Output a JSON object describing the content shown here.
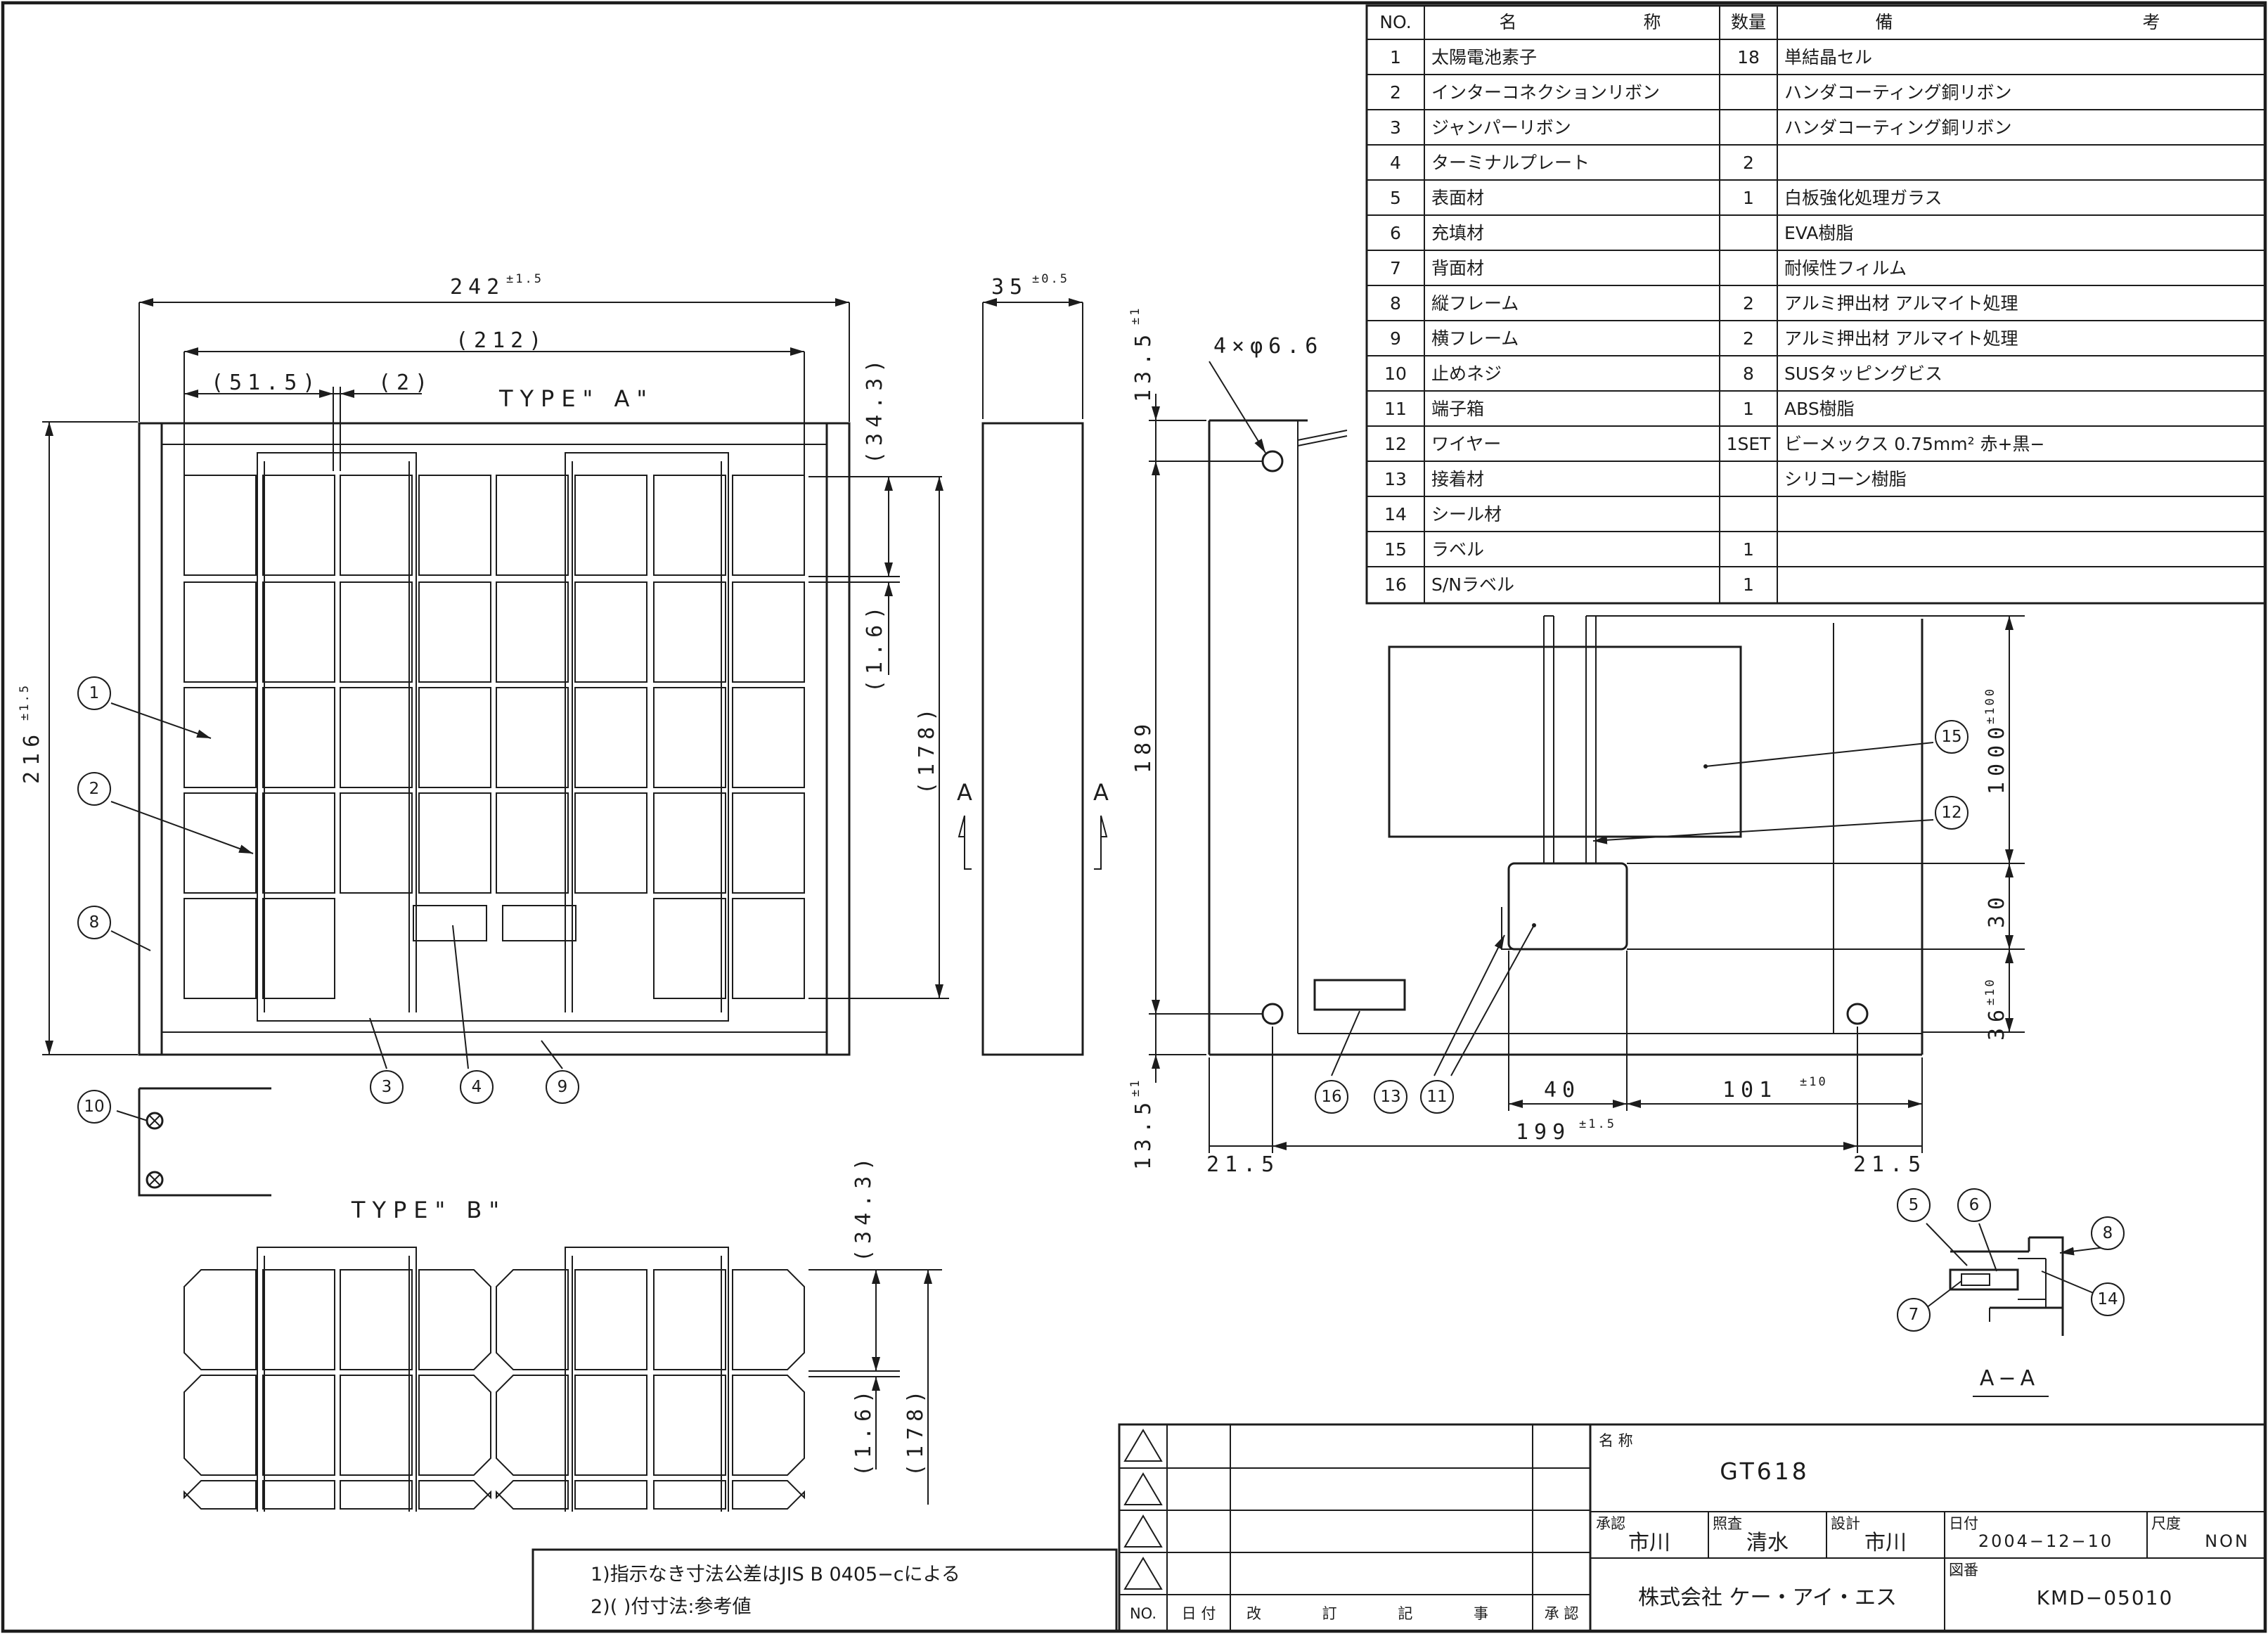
{
  "parts_table": {
    "headers": {
      "no": "NO.",
      "name_a": "名",
      "name_b": "称",
      "qty": "数量",
      "remark_a": "備",
      "remark_b": "考"
    },
    "rows": [
      {
        "no": "1",
        "name": "太陽電池素子",
        "qty": "18",
        "remark": "単結晶セル"
      },
      {
        "no": "2",
        "name": "インターコネクションリボン",
        "qty": "",
        "remark": "ハンダコーティング銅リボン"
      },
      {
        "no": "3",
        "name": "ジャンパーリボン",
        "qty": "",
        "remark": "ハンダコーティング銅リボン"
      },
      {
        "no": "4",
        "name": "ターミナルプレート",
        "qty": "2",
        "remark": ""
      },
      {
        "no": "5",
        "name": "表面材",
        "qty": "1",
        "remark": "白板強化処理ガラス"
      },
      {
        "no": "6",
        "name": "充填材",
        "qty": "",
        "remark": "EVA樹脂"
      },
      {
        "no": "7",
        "name": "背面材",
        "qty": "",
        "remark": "耐候性フィルム"
      },
      {
        "no": "8",
        "name": "縦フレーム",
        "qty": "2",
        "remark": "アルミ押出材 アルマイト処理"
      },
      {
        "no": "9",
        "name": "横フレーム",
        "qty": "2",
        "remark": "アルミ押出材 アルマイト処理"
      },
      {
        "no": "10",
        "name": "止めネジ",
        "qty": "8",
        "remark": "SUSタッピングビス"
      },
      {
        "no": "11",
        "name": "端子箱",
        "qty": "1",
        "remark": "ABS樹脂"
      },
      {
        "no": "12",
        "name": "ワイヤー",
        "qty": "1SET",
        "remark": "ビーメックス 0.75mm² 赤+黒−"
      },
      {
        "no": "13",
        "name": "接着材",
        "qty": "",
        "remark": "シリコーン樹脂"
      },
      {
        "no": "14",
        "name": "シール材",
        "qty": "",
        "remark": ""
      },
      {
        "no": "15",
        "name": "ラベル",
        "qty": "1",
        "remark": ""
      },
      {
        "no": "16",
        "name": "S/Nラベル",
        "qty": "1",
        "remark": ""
      }
    ]
  },
  "labels": {
    "type_a": "TYPE\" A\"",
    "type_b": "TYPE\" B\"",
    "section_a": "A",
    "section_title": "A−A"
  },
  "dimensions": {
    "width_242": "242",
    "width_242_tol": "±1.5",
    "depth_35": "35",
    "depth_35_tol": "±0.5",
    "ref_212": "(212)",
    "ref_51_5": "(51.5)",
    "ref_2": "(2)",
    "ref_34_3": "(34.3)",
    "ref_1_6": "(1.6)",
    "ref_178": "(178)",
    "height_216": "216",
    "height_216_tol": "±1.5",
    "hole_spec": "4×φ6.6",
    "top_13_5": "13.5",
    "top_13_5_tol": "±1",
    "mid_189": "189",
    "bot_13_5": "13.5",
    "bot_13_5_tol": "±1",
    "left_21_5": "21.5",
    "right_21_5": "21.5",
    "span_199": "199",
    "span_199_tol": "±1.5",
    "off_40": "40",
    "off_101": "101",
    "off_101_tol": "±10",
    "cable_1000": "1000",
    "cable_1000_tol": "±100",
    "box_30": "30",
    "box_36": "36",
    "box_36_tol": "±10",
    "b_34_3": "(34.3)",
    "b_1_6": "(1.6)",
    "b_178": "(178)"
  },
  "balloons": [
    "1",
    "2",
    "3",
    "4",
    "5",
    "6",
    "7",
    "8",
    "9",
    "10",
    "11",
    "12",
    "13",
    "14",
    "15",
    "16"
  ],
  "notes": {
    "note1": "1)指示なき寸法公差はJIS B 0405−cによる",
    "note2": "2)( )付寸法:参考値"
  },
  "revision_block": {
    "no": "NO.",
    "date": "日 付",
    "revision": "改 訂 記 事",
    "approval": "承 認"
  },
  "title_block": {
    "name_label": "名 称",
    "name_value": "GT618",
    "approve_label": "承認",
    "approve_value": "市川",
    "check_label": "照査",
    "check_value": "清水",
    "design_label": "設計",
    "design_value": "市川",
    "date_label": "日付",
    "date_value": "2004−12−10",
    "scale_label": "尺度",
    "scale_value": "NON",
    "company": "株式会社 ケー・アイ・エス",
    "drawing_no_label": "図番",
    "drawing_no_value": "KMD−05010"
  }
}
